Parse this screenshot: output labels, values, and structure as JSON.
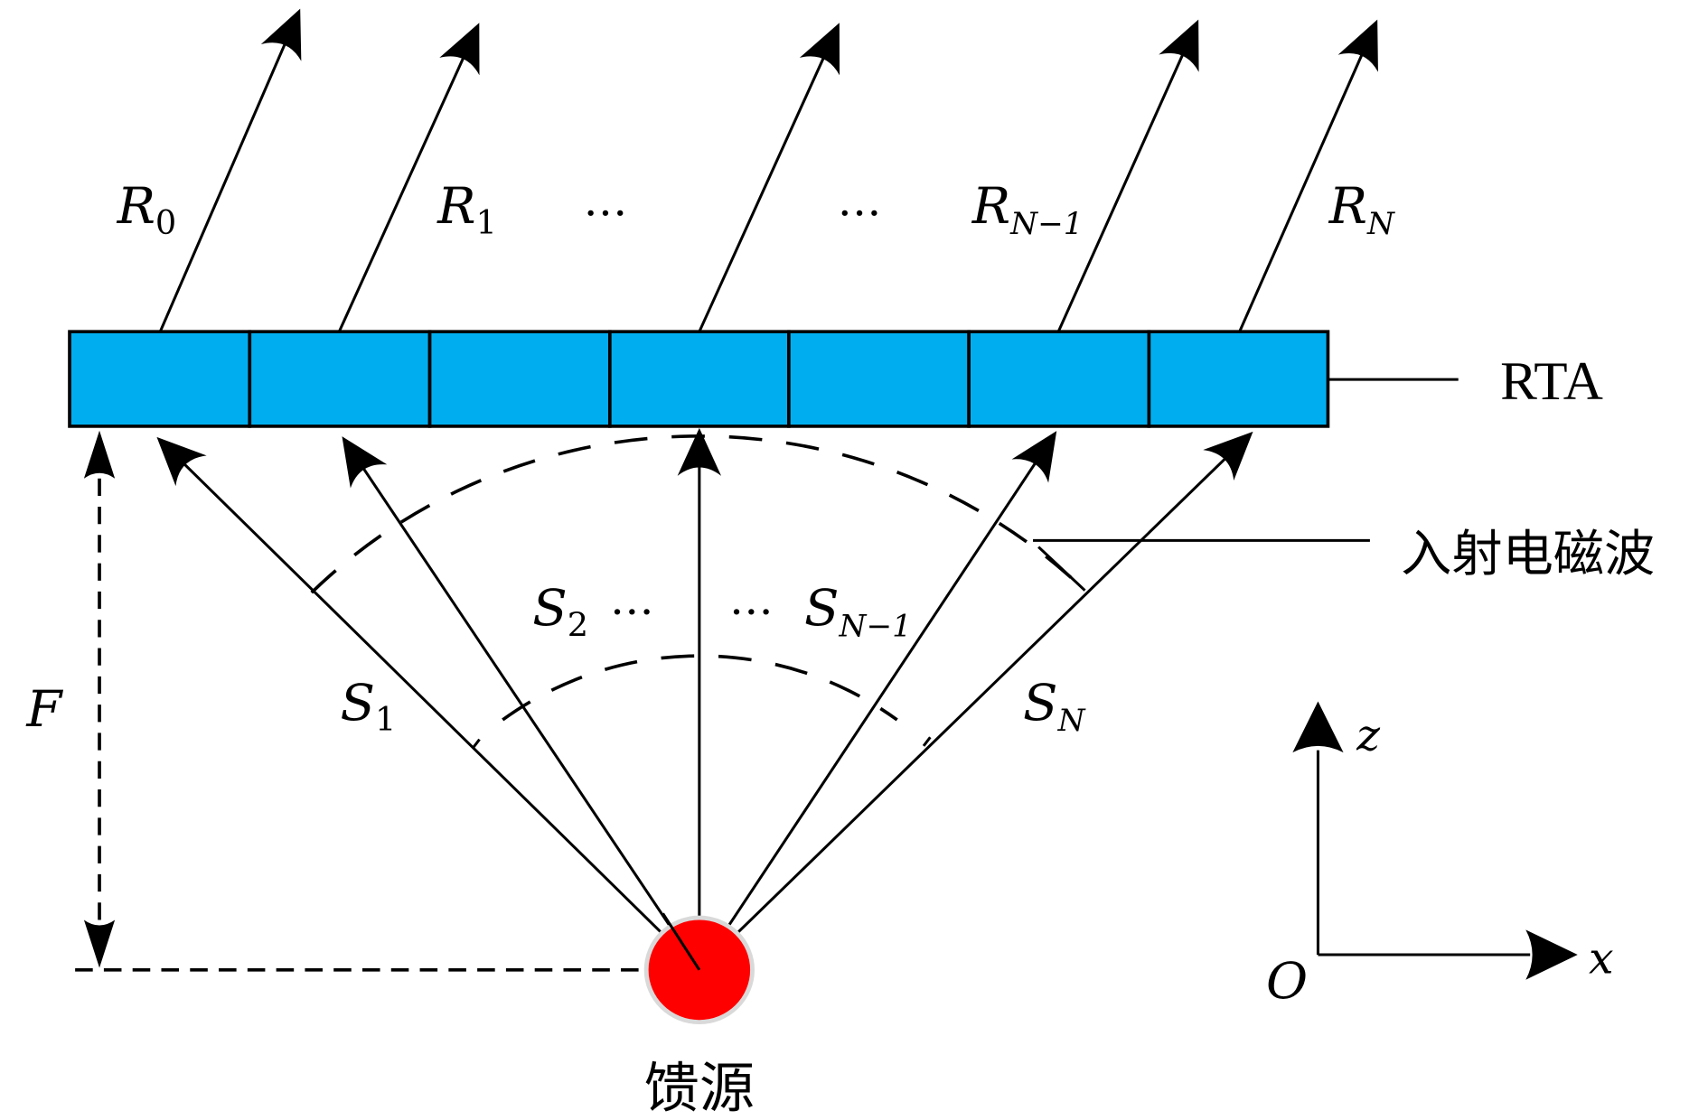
{
  "figure": {
    "array_label": "RTA",
    "incident_wave_label": "入射电磁波",
    "feed_label": "馈源",
    "focal_label": "F",
    "array_cells": 7,
    "colors": {
      "cell_fill": "#00AEEF",
      "feed_fill": "#FF0000",
      "feed_halo": "#D9D9D9",
      "stroke": "#000000"
    },
    "reflected_rays": [
      {
        "base": "R",
        "sub": "0"
      },
      {
        "base": "R",
        "sub": "1"
      },
      {
        "base": "…",
        "sub": ""
      },
      {
        "base": "…",
        "sub": ""
      },
      {
        "base": "R",
        "sub": "N−1"
      },
      {
        "base": "R",
        "sub": "N"
      }
    ],
    "incident_rays": [
      {
        "base": "S",
        "sub": "1"
      },
      {
        "base": "S",
        "sub": "2"
      },
      {
        "base": "…",
        "sub": ""
      },
      {
        "base": "…",
        "sub": ""
      },
      {
        "base": "S",
        "sub": "N−1"
      },
      {
        "base": "S",
        "sub": "N"
      }
    ],
    "axes": {
      "origin": "O",
      "horizontal": "x",
      "vertical": "z"
    }
  }
}
